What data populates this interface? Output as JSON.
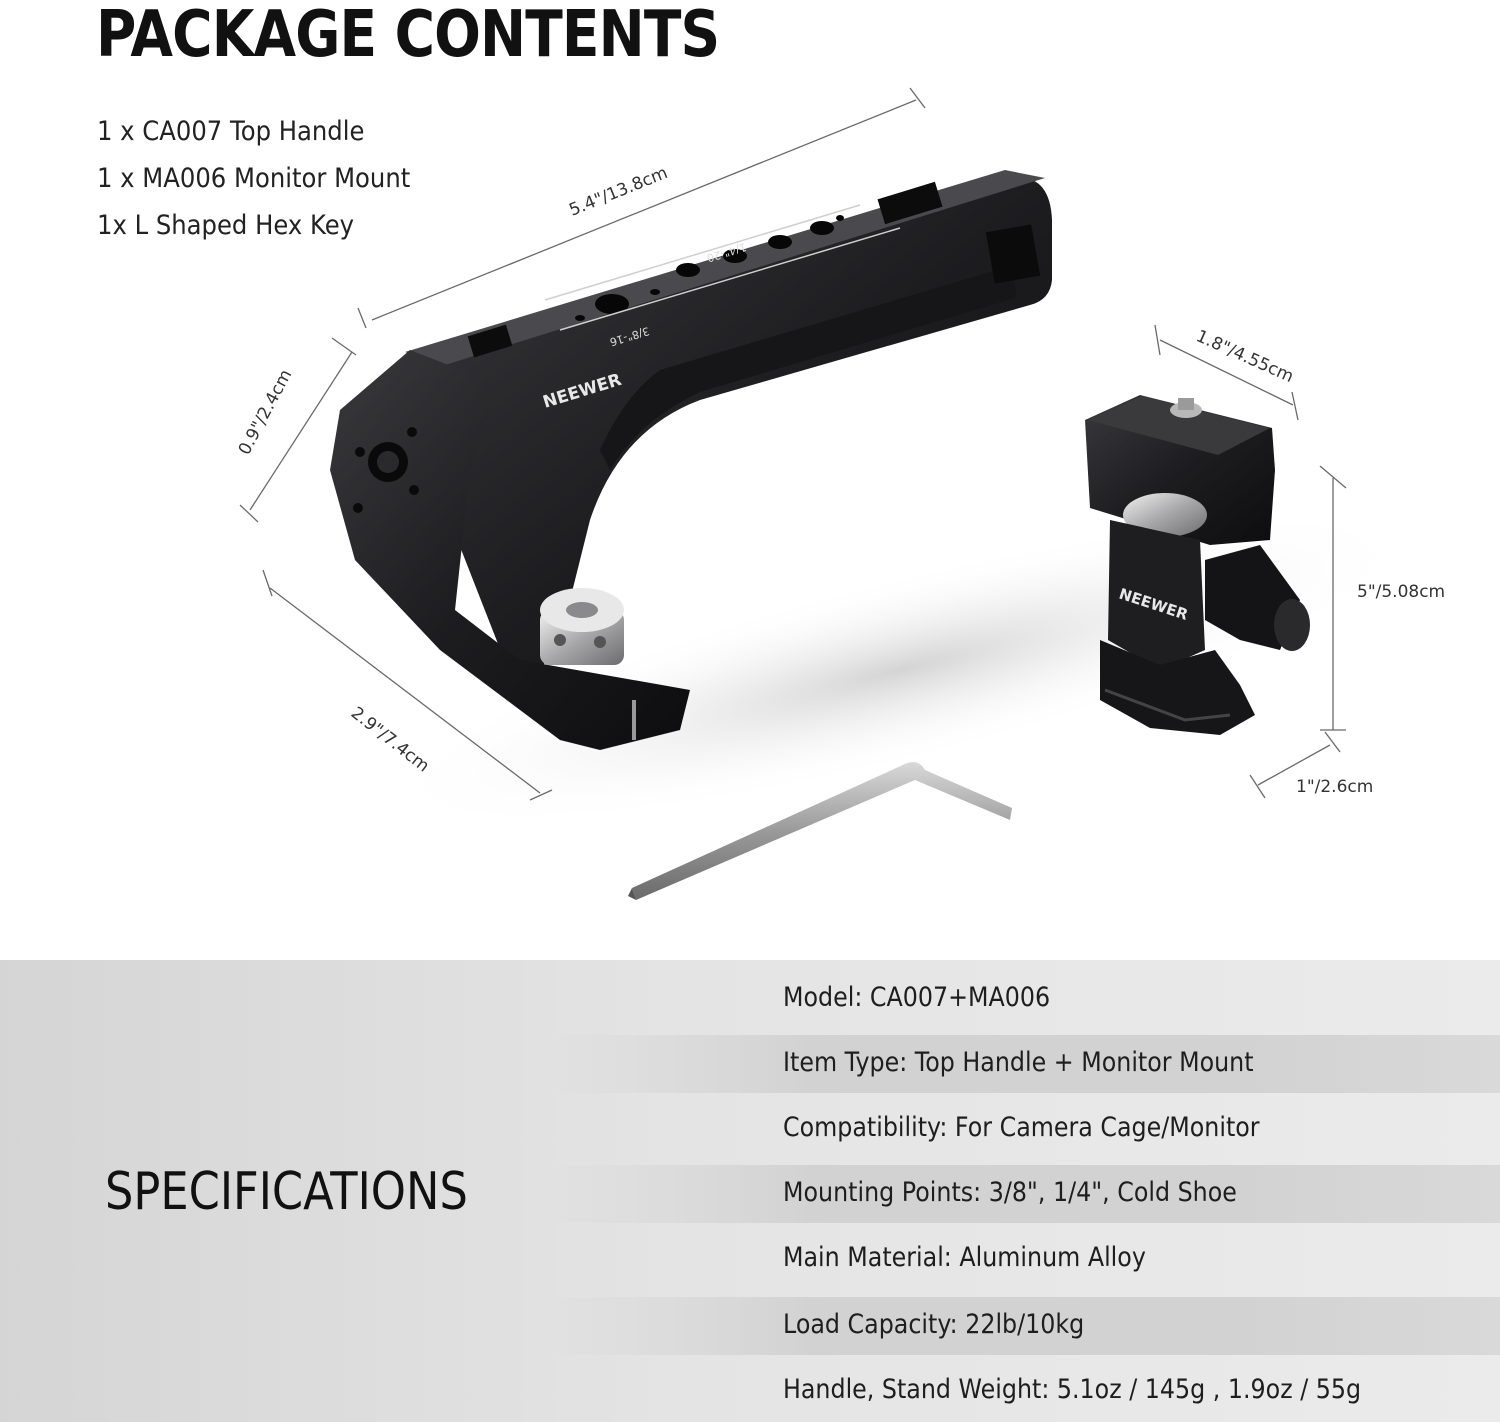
{
  "title": "PACKAGE CONTENTS",
  "contents": [
    "1 x CA007 Top Handle",
    "1 x MA006 Monitor Mount",
    "1x L Shaped Hex Key"
  ],
  "dimensions": {
    "handle_length": "5.4\"/13.8cm",
    "handle_height": "0.9\"/2.4cm",
    "handle_depth": "2.9\"/7.4cm",
    "mount_width": "1.8\"/4.55cm",
    "mount_height": "5\"/5.08cm",
    "mount_depth": "1\"/2.6cm"
  },
  "product_labels": {
    "brand": "NEEWER",
    "thread_large": "3/8\"-16",
    "thread_small": "1/4\"-20"
  },
  "specs_title": "SPECIFICATIONS",
  "specs": [
    "Model: CA007+MA006",
    "Item Type: Top Handle + Monitor Mount",
    "Compatibility: For Camera Cage/Monitor",
    "Mounting Points: 3/8\", 1/4\", Cold Shoe",
    "Main Material: Aluminum Alloy",
    "Load Capacity: 22lb/10kg",
    "Handle, Stand Weight: 5.1oz / 145g , 1.9oz / 55g"
  ],
  "colors": {
    "product_black": "#1c1c1e",
    "specs_background": "#e2e2e2",
    "row_shade": "#d2d2d2"
  }
}
